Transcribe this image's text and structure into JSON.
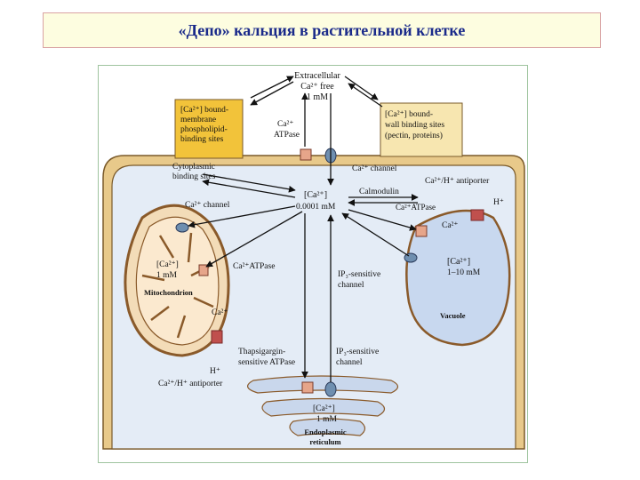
{
  "title": "«Депо» кальция в растительной клетке",
  "labels": {
    "extracellular": "Extracellular",
    "ca_free": "Ca²⁺ free",
    "one_mm_top": "1 mM",
    "membrane_sites_1": "[Ca²⁺] bound-",
    "membrane_sites_2": "membrane",
    "membrane_sites_3": "phospholipid-",
    "membrane_sites_4": "binding sites",
    "wall_sites_1": "[Ca²⁺] bound-",
    "wall_sites_2": "wall binding sites",
    "wall_sites_3": "(pectin, proteins)",
    "pm_atpase_1": "Ca²⁺",
    "pm_atpase_2": "ATPase",
    "pm_channel": "Ca²⁺ channel",
    "cyto_binding_1": "Cytoplasmic",
    "cyto_binding_2": "binding sites",
    "cyto_conc_1": "[Ca²⁺]",
    "cyto_conc_2": "0.0001 mM",
    "calmodulin": "Calmodulin",
    "antiporter_vac": "Ca²⁺/H⁺ antiporter",
    "h_plus_vac": "H⁺",
    "vac_atpase": "Ca²⁺ATPase",
    "ca_vac": "Ca²⁺",
    "vac_conc_1": "[Ca²⁺]",
    "vac_conc_2": "1–10 mM",
    "vacuole": "Vacuole",
    "ip3_vac_1": "IP₃-sensitive",
    "ip3_vac_2": "channel",
    "mito_channel": "Ca²⁺ channel",
    "mito_conc_1": "[Ca²⁺]",
    "mito_conc_2": "1 mM",
    "mito_atpase": "Ca²⁺ATPase",
    "mitochondrion": "Mitochondrion",
    "ca_mito": "Ca²⁺",
    "h_plus_mito": "H⁺",
    "antiporter_mito": "Ca²⁺/H⁺ antiporter",
    "thaps_1": "Thapsigargin-",
    "thaps_2": "sensitive ATPase",
    "ip3_er_1": "IP₃-sensitive",
    "ip3_er_2": "channel",
    "er_conc_1": "[Ca²⁺]",
    "er_conc_2": "1 mM",
    "er_1": "Endoplasmic",
    "er_2": "reticulum"
  },
  "colors": {
    "title_text": "#1a2a8a",
    "wall": "#e8c98a",
    "wall_edge": "#7a5a2a",
    "cytoplasm": "#e4ecf6",
    "mito_fill": "#f3dcb8",
    "mito_edge": "#8a5a2a",
    "vacuole_fill": "#c8d8ef",
    "callout": "#f2c33a",
    "callout_light": "#f7e6b0",
    "er_fill": "#c9d7ec"
  }
}
